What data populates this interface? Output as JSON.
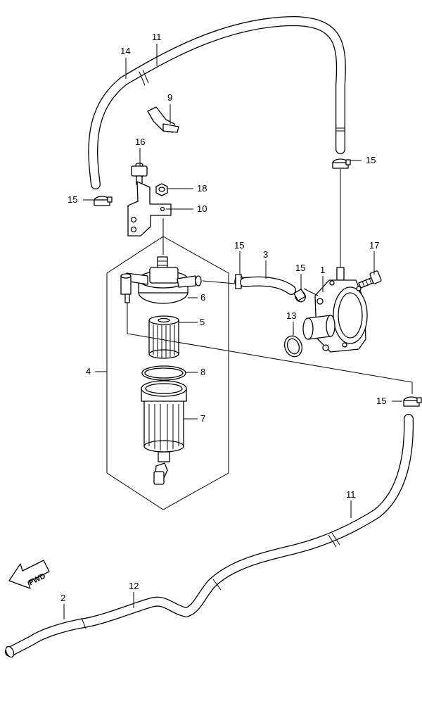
{
  "diagram": {
    "labels": {
      "p1": "1",
      "p2": "2",
      "p3": "3",
      "p4": "4",
      "p5": "5",
      "p6": "6",
      "p7": "7",
      "p8": "8",
      "p9": "9",
      "p10": "10",
      "p11_top": "11",
      "p11_bottom": "11",
      "p12": "12",
      "p13": "13",
      "p14": "14",
      "p15_a": "15",
      "p15_b": "15",
      "p15_c": "15",
      "p15_d": "15",
      "p15_e": "15",
      "p16": "16",
      "p17": "17",
      "p18": "18"
    },
    "fwd_arrow_text": "FWD"
  }
}
